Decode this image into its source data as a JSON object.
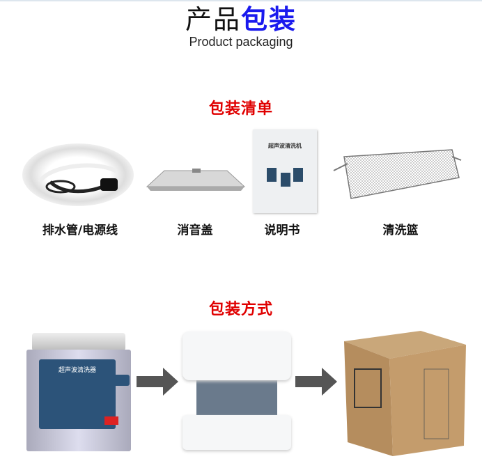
{
  "header": {
    "title_plain": "产品",
    "title_highlight": "包装",
    "subtitle": "Product packaging"
  },
  "list_section": {
    "title": "包装清单",
    "items": [
      {
        "label": "排水管/电源线",
        "icon": "cable-hose-icon"
      },
      {
        "label": "消音盖",
        "icon": "lid-icon"
      },
      {
        "label": "说明书",
        "icon": "manual-icon",
        "cover_title": "超声波清洗机"
      },
      {
        "label": "清洗篮",
        "icon": "basket-icon"
      }
    ]
  },
  "method_section": {
    "title": "包装方式",
    "machine_label": "超声波清洗器"
  },
  "colors": {
    "accent_blue": "#1a1aee",
    "section_red": "#e00000"
  }
}
